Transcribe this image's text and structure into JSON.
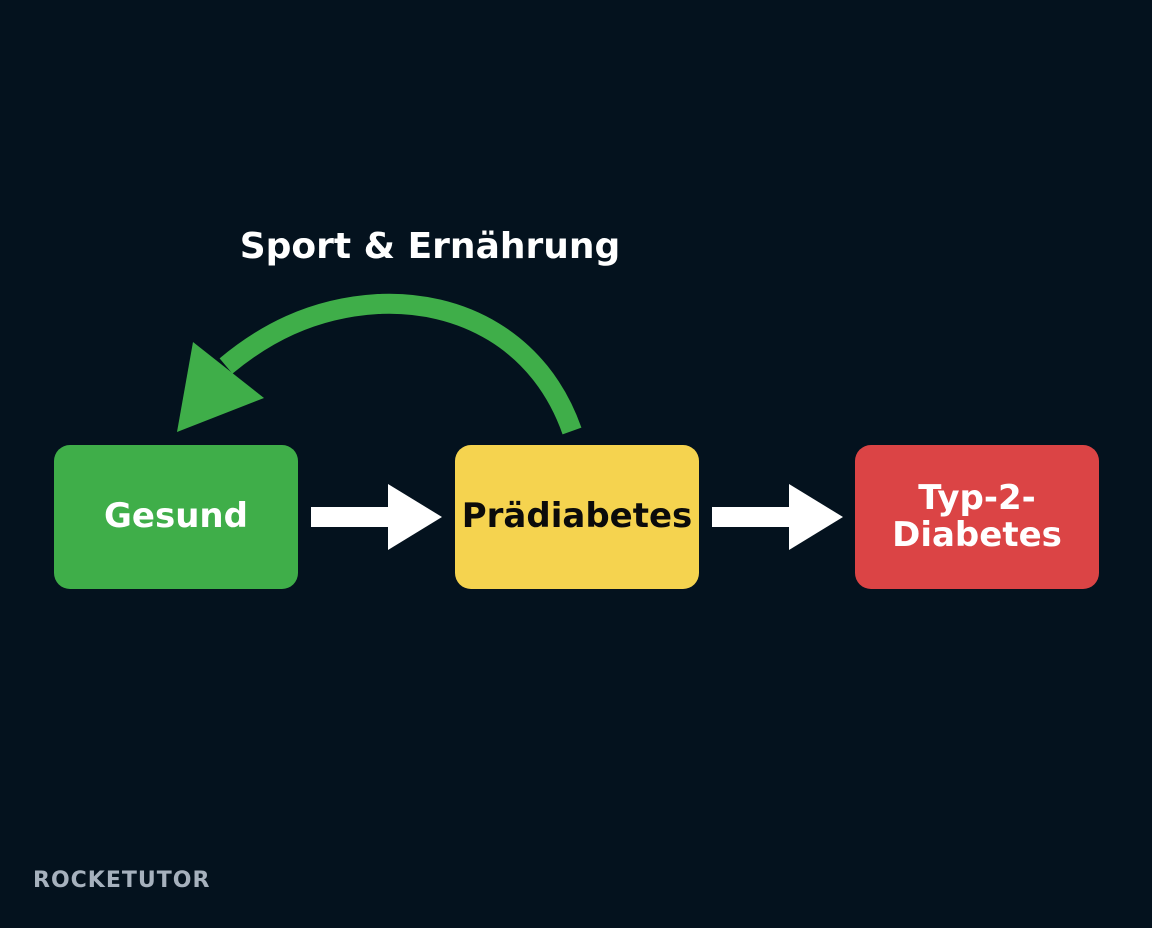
{
  "colors": {
    "background": "#04121e",
    "healthy": "#3fae49",
    "prediabetes": "#f5d34f",
    "diabetes": "#db4445",
    "arrow": "#ffffff",
    "loop_arrow": "#3fae49",
    "logo": "#a6b1bd"
  },
  "stages": [
    {
      "label": "Gesund",
      "text_color": "#ffffff"
    },
    {
      "label": "Prädiabetes",
      "text_color": "#0b0b0b"
    },
    {
      "label": "Typ-2-Diabetes",
      "text_color": "#ffffff"
    }
  ],
  "loop": {
    "label": "Sport & Ernährung",
    "from": "Prädiabetes",
    "to": "Gesund"
  },
  "logo": {
    "text": "ROCKETUTOR"
  }
}
